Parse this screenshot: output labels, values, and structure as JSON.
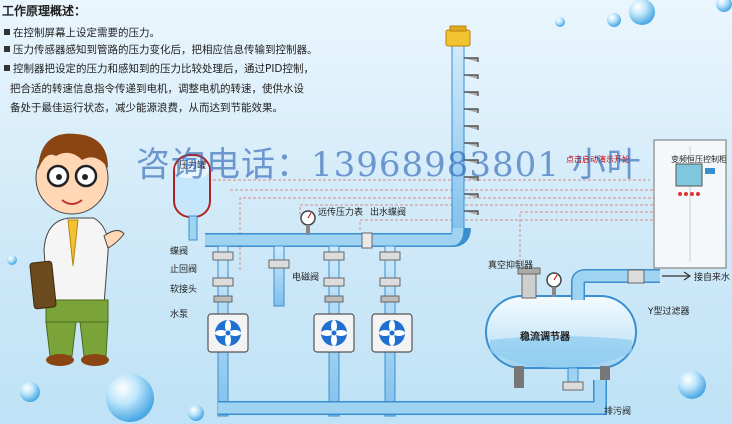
{
  "header": {
    "title": "工作原理概述：",
    "lines": [
      "在控制屏幕上设定需要的压力。",
      "压力传感器感知到管路的压力变化后，把相应信息传输到控制器。",
      "控制器把设定的压力和感知到的压力比较处理后，通过PID控制，",
      "把合适的转速信息指令传递到电机，调整电机的转速，使供水设",
      "备处于最佳运行状态，减少能源浪费，从而达到节能效果。"
    ]
  },
  "labels": {
    "pressure_tank": "压力罐",
    "remote_gauge": "远传压力表",
    "outlet_valve": "出水蝶阀",
    "butterfly_valve": "蝶阀",
    "check_valve": "止回阀",
    "soft_joint": "软接头",
    "pump": "水泵",
    "solenoid_valve": "电磁阀",
    "vacuum_suppressor": "真空抑制器",
    "stabilizer_tank": "稳流调节器",
    "y_filter": "Y型过滤器",
    "inlet": "接自来水",
    "drain_valve": "排污阀",
    "start_demo": "点击启动演示开始",
    "cabinet_title": "变频恒压控制柜"
  },
  "watermark": "咨询电话：13968983801 小叶",
  "colors": {
    "pipe": "#8cc8ee",
    "pipe_edge": "#3a8fd0",
    "tank_water": "#b8e0f8",
    "pump_blue": "#1e6fd0",
    "cabinet": "#f4f8fa",
    "screen": "#7fc6df"
  }
}
